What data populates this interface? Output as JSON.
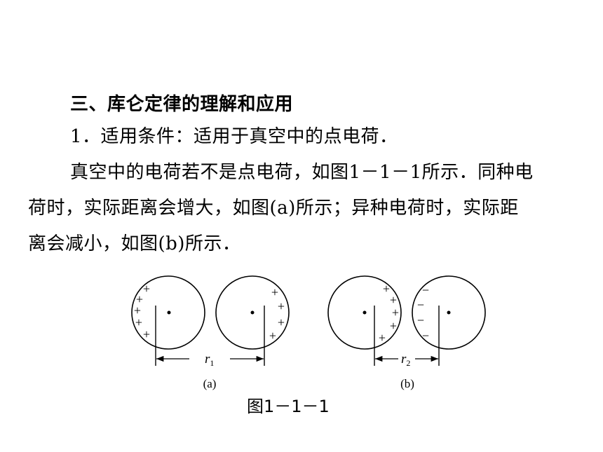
{
  "section_heading": "三、库仑定律的理解和应用",
  "item1": "1．适用条件：适用于真空中的点电荷．",
  "paragraph_lines": [
    "真空中的电荷若不是点电荷，如图1－1－1所示．同种电",
    "荷时，实际距离会增大，如图(a)所示；异种电荷时，实际距",
    "离会减小，如图(b)所示．"
  ],
  "figure": {
    "plus_sign": "+",
    "minus_sign": "−",
    "label_r": "r",
    "label_r1_sub": "1",
    "label_r2_sub": "2",
    "panel_a_label": "(a)",
    "panel_b_label": "(b)",
    "caption": "图1－1－1"
  }
}
